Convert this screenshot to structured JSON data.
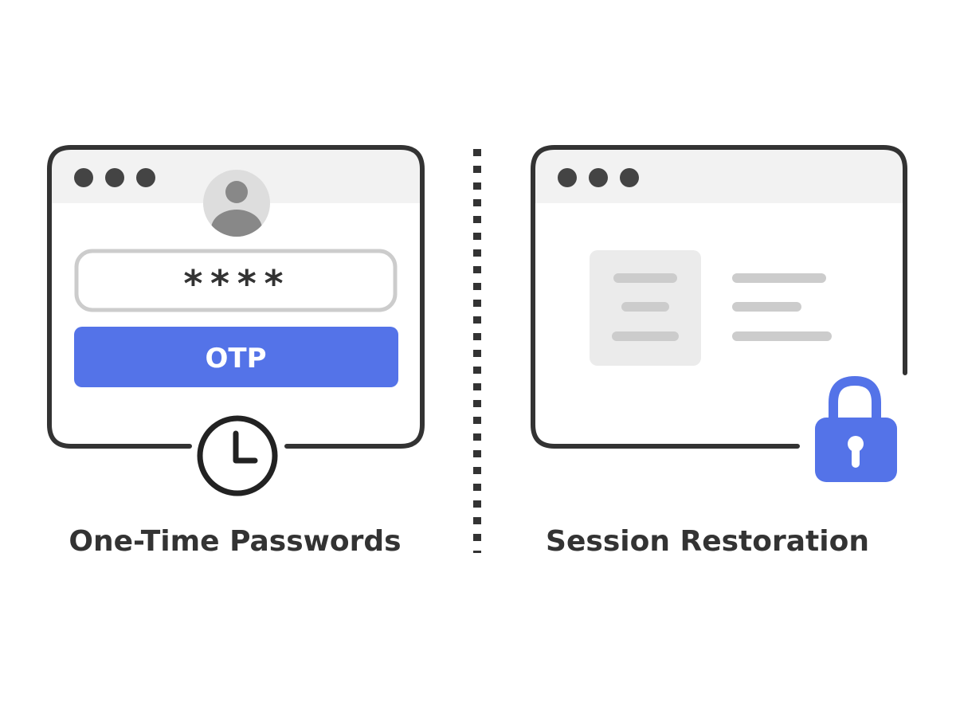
{
  "left_panel": {
    "password_mask": "****",
    "otp_label": "OTP",
    "caption": "One-Time Passwords"
  },
  "right_panel": {
    "caption": "Session Restoration"
  },
  "icons": {
    "window_dots": "window-control-dots",
    "avatar": "user-avatar-icon",
    "clock": "clock-icon",
    "lock": "padlock-icon"
  },
  "colors": {
    "accent": "#5473E8",
    "outline": "#333333",
    "titlebar": "#F2F2F2",
    "field_border": "#CCCCCC",
    "placeholder_lines": "#CCCCCC",
    "card_fill": "#EBEBEB",
    "avatar_bg": "#DDDDDD",
    "avatar_figure": "#888888"
  }
}
